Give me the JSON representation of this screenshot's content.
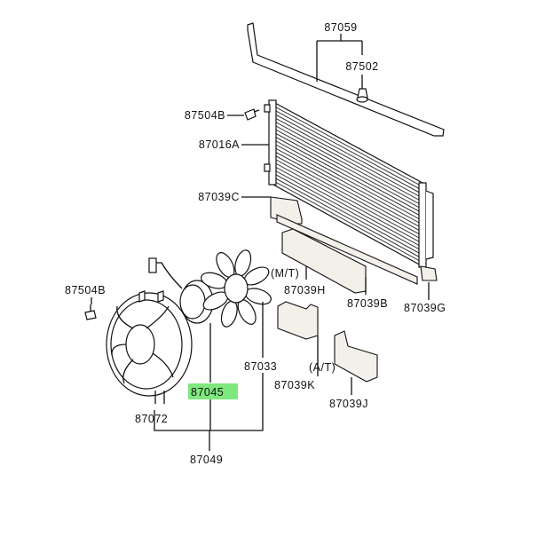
{
  "diagram": {
    "labels": {
      "bracket": "87059",
      "clip": "87502",
      "bolt_top": "87504B",
      "condenser": "87016A",
      "seal_c": "87039C",
      "mt_note": "(M/T)",
      "seal_h": "87039H",
      "seal_b": "87039B",
      "seal_g": "87039G",
      "bolt_left": "87504B",
      "fan": "87033",
      "seal_k": "87039K",
      "at_note": "(A/T)",
      "seal_j": "87039J",
      "motor": "87045",
      "shroud": "87072",
      "fan_assembly": "87049"
    },
    "highlight_color": "#7ee87e"
  }
}
